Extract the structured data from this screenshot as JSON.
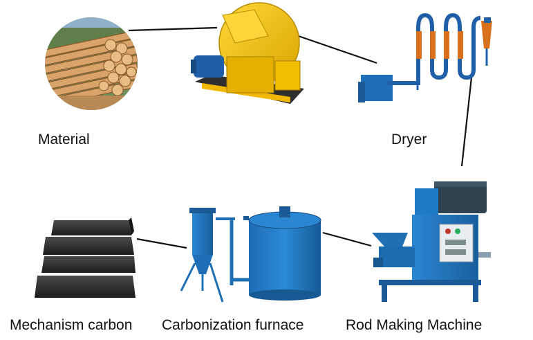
{
  "labels": {
    "material": "Material",
    "dryer": "Dryer",
    "mechanism_carbon": "Mechanism carbon",
    "carbonization_furnace": "Carbonization furnace",
    "rod_making_machine": "Rod Making Machine"
  },
  "colors": {
    "wood_light": "#d9a36a",
    "wood_dark": "#8a5a2b",
    "crusher_yellow": "#f5c400",
    "motor_blue": "#1f5fa8",
    "dryer_orange": "#d9701c",
    "machine_blue": "#1e7ac2",
    "carbon_black": "#2b2b2b",
    "connector": "#111111"
  }
}
